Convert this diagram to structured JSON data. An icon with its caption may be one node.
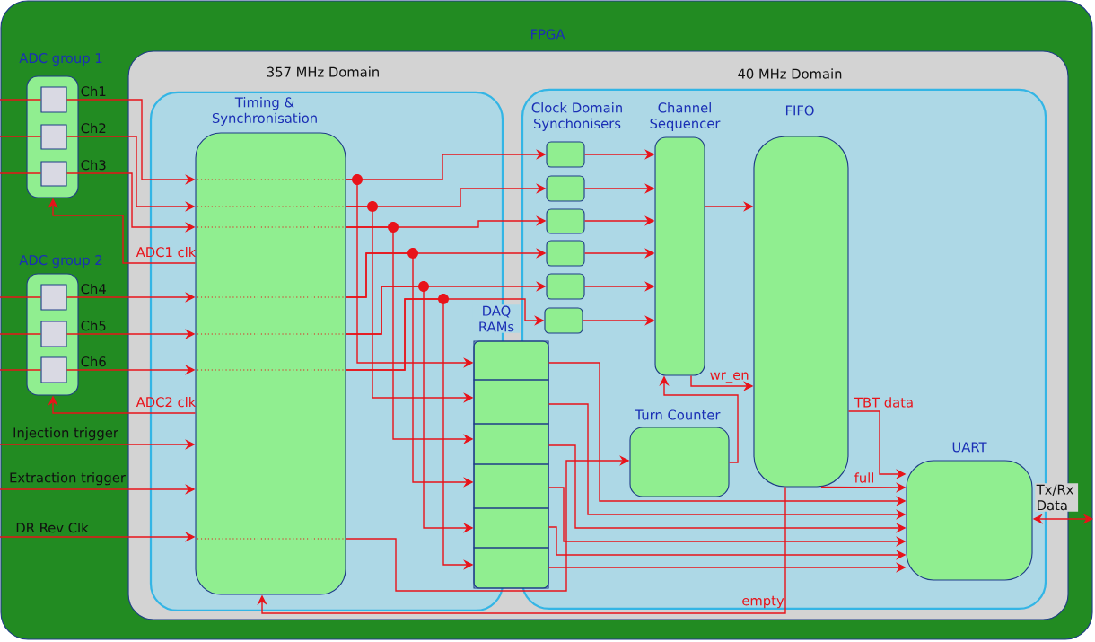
{
  "diagram": {
    "nodes": [
      {
        "text": [
          "FPGA"
        ]
      },
      {
        "text": [
          "ADC group 1"
        ],
        "in": 0
      },
      {
        "text": [
          "Ch1"
        ],
        "in": 1
      },
      {
        "text": [
          "Ch2"
        ],
        "in": 1
      },
      {
        "text": [
          "Ch3"
        ],
        "in": 1
      },
      {
        "text": [
          "ADC group 2"
        ],
        "in": 0
      },
      {
        "text": [
          "Ch4"
        ],
        "in": 5
      },
      {
        "text": [
          "Ch5"
        ],
        "in": 5
      },
      {
        "text": [
          "Ch6"
        ],
        "in": 5
      },
      {
        "text": [
          "357 MHz Domain",
          "40 MHz Domain"
        ],
        "in": 0
      },
      {
        "text": [
          "Timing & Synchronisation"
        ],
        "in": 9
      },
      {
        "text": [],
        "shape": "box",
        "in": 9
      },
      {
        "text": [],
        "shape": "box",
        "in": 9
      },
      {
        "text": [],
        "shape": "box",
        "in": 9
      },
      {
        "text": [],
        "shape": "box",
        "in": 9
      },
      {
        "text": [],
        "shape": "box",
        "in": 9
      },
      {
        "text": [],
        "shape": "box",
        "in": 9
      },
      {
        "text": [
          "Channel Sequencer"
        ],
        "in": 9
      },
      {
        "text": [
          "FIFO"
        ],
        "in": 9
      },
      {
        "text": [
          "DAQ RAMs"
        ],
        "in": 9
      },
      {
        "text": [],
        "shape": "box",
        "in": 19
      },
      {
        "text": [],
        "shape": "box",
        "in": 19
      },
      {
        "text": [],
        "shape": "box",
        "in": 19
      },
      {
        "text": [],
        "shape": "box",
        "in": 19
      },
      {
        "text": [],
        "shape": "box",
        "in": 19
      },
      {
        "text": [],
        "shape": "box",
        "in": 19
      },
      {
        "text": [
          "Turn Counter"
        ],
        "in": 9
      },
      {
        "text": [
          "UART"
        ],
        "in": 9
      }
    ],
    "edges": [
      {
        "from": null,
        "to": 2,
        "arrow": "none"
      },
      {
        "from": null,
        "to": 3,
        "arrow": "none"
      },
      {
        "from": null,
        "to": 4,
        "arrow": "none"
      },
      {
        "from": null,
        "to": 6,
        "arrow": "none"
      },
      {
        "from": null,
        "to": 7,
        "arrow": "none"
      },
      {
        "from": null,
        "to": 8,
        "arrow": "none"
      },
      {
        "from": 2,
        "to": 10,
        "arrow": "to"
      },
      {
        "from": 3,
        "to": 10,
        "arrow": "to"
      },
      {
        "from": 4,
        "to": 10,
        "arrow": "to"
      },
      {
        "from": 6,
        "to": 10,
        "arrow": "to"
      },
      {
        "from": 7,
        "to": 10,
        "arrow": "to"
      },
      {
        "from": 8,
        "to": 10,
        "arrow": "to"
      },
      {
        "from": 10,
        "to": 1,
        "arrow": "to",
        "label": "ADC1 clk"
      },
      {
        "from": 10,
        "to": 5,
        "arrow": "to",
        "label": "ADC2 clk"
      },
      {
        "from": null,
        "to": 10,
        "arrow": "to",
        "label": "Injection trigger"
      },
      {
        "from": null,
        "to": 10,
        "arrow": "to",
        "label": "Extraction trigger"
      },
      {
        "from": null,
        "to": 10,
        "arrow": "to",
        "label": "DR Rev Clk"
      },
      {
        "from": 10,
        "to": 11,
        "arrow": "to"
      },
      {
        "from": 10,
        "to": 12,
        "arrow": "to"
      },
      {
        "from": 10,
        "to": 13,
        "arrow": "to"
      },
      {
        "from": 10,
        "to": 14,
        "arrow": "to"
      },
      {
        "from": 10,
        "to": 15,
        "arrow": "to"
      },
      {
        "from": 10,
        "to": 16,
        "arrow": "to"
      },
      {
        "from": 10,
        "to": 20,
        "arrow": "to"
      },
      {
        "from": 10,
        "to": 21,
        "arrow": "to"
      },
      {
        "from": 10,
        "to": 22,
        "arrow": "to"
      },
      {
        "from": 10,
        "to": 23,
        "arrow": "to"
      },
      {
        "from": 10,
        "to": 24,
        "arrow": "to"
      },
      {
        "from": 10,
        "to": 25,
        "arrow": "to"
      },
      {
        "from": 11,
        "to": 17,
        "arrow": "to"
      },
      {
        "from": 12,
        "to": 17,
        "arrow": "to"
      },
      {
        "from": 13,
        "to": 17,
        "arrow": "to"
      },
      {
        "from": 14,
        "to": 17,
        "arrow": "to"
      },
      {
        "from": 15,
        "to": 17,
        "arrow": "to"
      },
      {
        "from": 16,
        "to": 17,
        "arrow": "to"
      },
      {
        "from": 17,
        "to": 18,
        "arrow": "to"
      },
      {
        "from": 17,
        "to": 18,
        "arrow": "to",
        "label": "wr_en"
      },
      {
        "from": 26,
        "to": 17,
        "arrow": "to"
      },
      {
        "from": 18,
        "to": 27,
        "arrow": "to",
        "label": "TBT data"
      },
      {
        "from": 18,
        "to": 27,
        "arrow": "to",
        "label": "full"
      },
      {
        "from": 20,
        "to": 27,
        "arrow": "to"
      },
      {
        "from": 21,
        "to": 27,
        "arrow": "to"
      },
      {
        "from": 22,
        "to": 27,
        "arrow": "to"
      },
      {
        "from": 23,
        "to": 27,
        "arrow": "to"
      },
      {
        "from": 24,
        "to": 27,
        "arrow": "to"
      },
      {
        "from": 25,
        "to": 27,
        "arrow": "to"
      },
      {
        "from": 10,
        "to": 26,
        "arrow": "to"
      },
      {
        "from": 18,
        "to": 10,
        "arrow": "to",
        "label": "empty"
      },
      {
        "from": 27,
        "to": null,
        "arrow": "both",
        "label": "Tx/Rx Data"
      }
    ],
    "labels": [
      "Clock Domain Synchonisers"
    ]
  }
}
